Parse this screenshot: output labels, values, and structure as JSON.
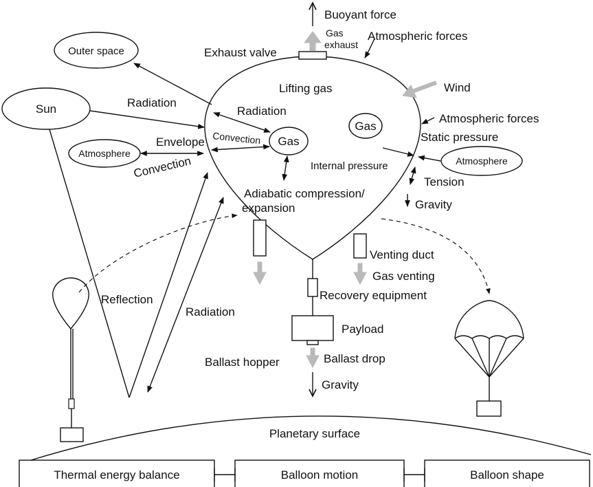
{
  "labels": {
    "buoyant_force": "Buoyant force",
    "gas_exhaust_1": "Gas",
    "gas_exhaust_2": "exhaust",
    "atm_forces_top": "Atmospheric forces",
    "exhaust_valve": "Exhaust valve",
    "wind": "Wind",
    "outer_space": "Outer space",
    "lifting_gas": "Lifting gas",
    "sun": "Sun",
    "radiation_sun": "Radiation",
    "radiation_inner": "Radiation",
    "convection_inner": "Convection",
    "gas_left": "Gas",
    "gas_right": "Gas",
    "envelope": "Envelope",
    "atmosphere_left": "Atmosphere",
    "convection_outer": "Convection",
    "atm_forces_right": "Atmospheric forces",
    "static_pressure": "Static pressure",
    "internal_pressure": "Internal pressure",
    "atmosphere_right": "Atmosphere",
    "tension": "Tension",
    "adiabatic_1": "Adiabatic compression/",
    "adiabatic_2": "expansion",
    "gravity_right": "Gravity",
    "venting_duct": "Venting duct",
    "gas_venting": "Gas venting",
    "reflection": "Reflection",
    "recovery_equipment": "Recovery equipment",
    "radiation_ground": "Radiation",
    "payload": "Payload",
    "ballast_hopper": "Ballast hopper",
    "ballast_drop": "Ballast drop",
    "gravity_bottom": "Gravity",
    "planetary_surface": "Planetary surface"
  },
  "boxes": {
    "thermal": "Thermal energy balance",
    "motion": "Balloon motion",
    "shape": "Balloon shape"
  }
}
